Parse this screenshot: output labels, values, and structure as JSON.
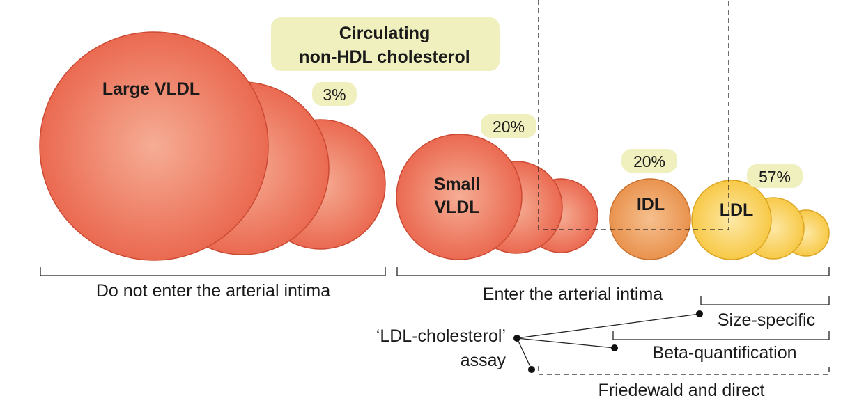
{
  "title": {
    "line1": "Circulating",
    "line2": "non-HDL cholesterol"
  },
  "particles": {
    "large_vldl": {
      "label": "Large VLDL",
      "percent": "3%"
    },
    "small_vldl": {
      "label_line1": "Small",
      "label_line2": "VLDL",
      "percent": "20%"
    },
    "idl": {
      "label": "IDL",
      "percent": "20%"
    },
    "ldl": {
      "label": "LDL",
      "percent": "57%"
    }
  },
  "groups": {
    "no_entry": "Do not enter the arterial intima",
    "entry": "Enter the arterial intima"
  },
  "assay": {
    "label_line1": "‘LDL-cholesterol’",
    "label_line2": "assay",
    "methods": {
      "size_specific": "Size-specific",
      "beta_quantification": "Beta-quantification",
      "friedewald": "Friedewald and direct"
    }
  },
  "colors": {
    "vldl_fill_light": "#f6ad95",
    "vldl_fill_dark": "#e9634a",
    "vldl_stroke": "#cc4a33",
    "idl_fill_light": "#f6c08e",
    "idl_fill_dark": "#e88e48",
    "idl_stroke": "#c9702f",
    "ldl_fill_light": "#fde8a6",
    "ldl_fill_dark": "#f7c63e",
    "ldl_stroke": "#dba623",
    "badge_fill": "#f0f0bf",
    "line": "#222222"
  }
}
